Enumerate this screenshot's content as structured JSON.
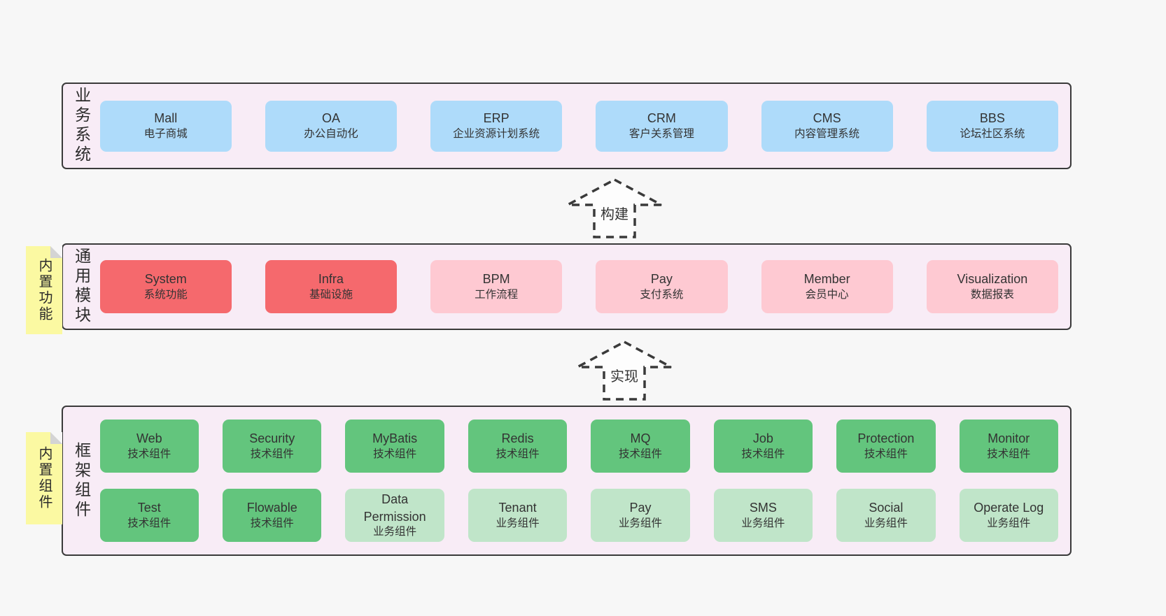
{
  "arrows": [
    {
      "label": "构建"
    },
    {
      "label": "实现"
    }
  ],
  "layers": [
    {
      "label": "业务系统",
      "items": [
        {
          "title": "Mall",
          "subtitle": "电子商城"
        },
        {
          "title": "OA",
          "subtitle": "办公自动化"
        },
        {
          "title": "ERP",
          "subtitle": "企业资源计划系统"
        },
        {
          "title": "CRM",
          "subtitle": "客户关系管理"
        },
        {
          "title": "CMS",
          "subtitle": "内容管理系统"
        },
        {
          "title": "BBS",
          "subtitle": "论坛社区系统"
        }
      ]
    },
    {
      "label": "通用模块",
      "note": "内置功能",
      "items": [
        {
          "title": "System",
          "subtitle": "系统功能"
        },
        {
          "title": "Infra",
          "subtitle": "基础设施"
        },
        {
          "title": "BPM",
          "subtitle": "工作流程"
        },
        {
          "title": "Pay",
          "subtitle": "支付系统"
        },
        {
          "title": "Member",
          "subtitle": "会员中心"
        },
        {
          "title": "Visualization",
          "subtitle": "数据报表"
        }
      ]
    },
    {
      "label": "框架组件",
      "note": "内置组件",
      "rows": [
        [
          {
            "title": "Web",
            "subtitle": "技术组件"
          },
          {
            "title": "Security",
            "subtitle": "技术组件"
          },
          {
            "title": "MyBatis",
            "subtitle": "技术组件"
          },
          {
            "title": "Redis",
            "subtitle": "技术组件"
          },
          {
            "title": "MQ",
            "subtitle": "技术组件"
          },
          {
            "title": "Job",
            "subtitle": "技术组件"
          },
          {
            "title": "Protection",
            "subtitle": "技术组件"
          },
          {
            "title": "Monitor",
            "subtitle": "技术组件"
          }
        ],
        [
          {
            "title": "Test",
            "subtitle": "技术组件"
          },
          {
            "title": "Flowable",
            "subtitle": "技术组件"
          },
          {
            "title": "Data Permission",
            "subtitle": "业务组件"
          },
          {
            "title": "Tenant",
            "subtitle": "业务组件"
          },
          {
            "title": "Pay",
            "subtitle": "业务组件"
          },
          {
            "title": "SMS",
            "subtitle": "业务组件"
          },
          {
            "title": "Social",
            "subtitle": "业务组件"
          },
          {
            "title": "Operate Log",
            "subtitle": "业务组件"
          }
        ]
      ]
    }
  ],
  "colors": {
    "page_bg": "#f7f7f7",
    "layer_bg": "#f8ecf6",
    "layer_border": "#3a3a3a",
    "business_system_box": "#aedbfa",
    "core_module_box": "#f5696d",
    "extension_module_box": "#fec9d2",
    "tech_component_box": "#63c57d",
    "biz_component_box": "#c0e5c9",
    "sticky_note_bg": "#fbf9a2",
    "text": "#333333"
  }
}
